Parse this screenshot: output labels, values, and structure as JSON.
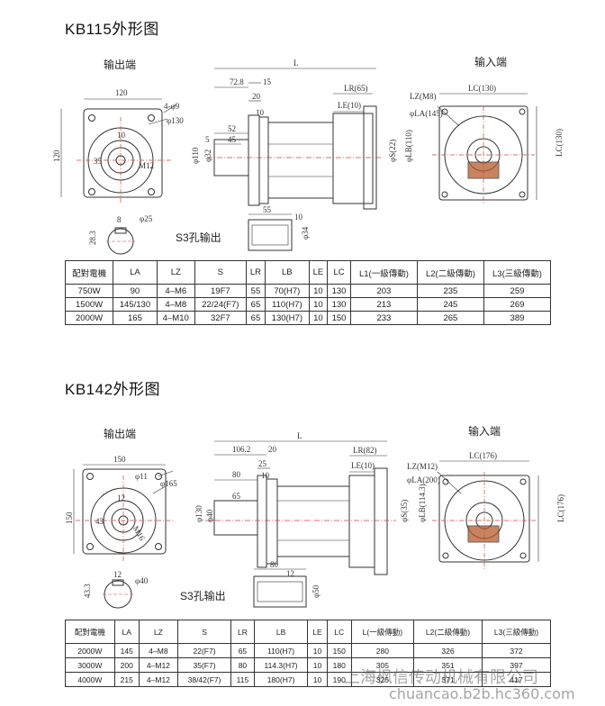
{
  "kb115": {
    "title": "KB115外形图",
    "output_end": "输出端",
    "input_end": "输入端",
    "s3_label": "S3孔输出",
    "dims": {
      "d120_top": "120",
      "d4_9": "4-φ9",
      "d130": "φ130",
      "d10": "10",
      "d35": "35",
      "dM12": "M12",
      "d120_side": "120",
      "dL": "L",
      "d72_8": "72.8",
      "d15": "15",
      "d20": "20",
      "d10b": "10",
      "d52": "52",
      "d45": "45",
      "d5": "5",
      "d110": "φ110",
      "d32": "φ32",
      "dLR65": "LR(65)",
      "dLE10": "LE(10)",
      "dS22": "φS(22)",
      "dLB110": "φLB(110)",
      "dLZM8": "LZ(M8)",
      "dLA145": "φLA(145)",
      "dLC130": "LC(130)",
      "dLC130v": "LC(130)",
      "d8": "8",
      "d25": "φ25",
      "d28_3": "28.3",
      "d55": "55",
      "d10c": "10",
      "d34": "φ34"
    },
    "table": {
      "headers": [
        "配對電機",
        "LA",
        "LZ",
        "S",
        "LR",
        "LB",
        "LE",
        "LC",
        "L1(一級傳動)",
        "L2(二級傳動)",
        "L3(三級傳動)"
      ],
      "rows": [
        [
          "750W",
          "90",
          "4–M6",
          "19F7",
          "55",
          "70(H7)",
          "10",
          "130",
          "203",
          "235",
          "259"
        ],
        [
          "1500W",
          "145/130",
          "4–M8",
          "22/24(F7)",
          "65",
          "110(H7)",
          "10",
          "130",
          "213",
          "245",
          "269"
        ],
        [
          "2000W",
          "165",
          "4–M10",
          "32F7",
          "65",
          "130(H7)",
          "10",
          "150",
          "233",
          "265",
          "389"
        ]
      ]
    }
  },
  "kb142": {
    "title": "KB142外形图",
    "output_end": "输出端",
    "input_end": "输入端",
    "s3_label": "S3孔输出",
    "dims": {
      "d150_top": "150",
      "d11": "φ11",
      "d165": "φ165",
      "d12": "12",
      "d43": "43",
      "dM16": "M16",
      "d150_side": "150",
      "dL": "L",
      "d106_2": "106.2",
      "d20": "20",
      "d25": "25",
      "d10": "10",
      "d80": "80",
      "d65": "65",
      "d130": "φ130",
      "d40": "φ40",
      "dLR82": "LR(82)",
      "dLE10": "LE(10)",
      "dS35": "φS(35)",
      "dLB114": "φLB(114.3)",
      "dLZM12": "LZ(M12)",
      "dLA200": "φLA(200)",
      "dLC176": "LC(176)",
      "dLC176v": "LC(176)",
      "d12b": "12",
      "d40b": "φ40",
      "d43_3": "43.3",
      "d80b": "80",
      "d12c": "12",
      "d50": "φ50"
    },
    "table": {
      "headers": [
        "配對電機",
        "LA",
        "LZ",
        "S",
        "LR",
        "LB",
        "LE",
        "LC",
        "L(一級傳動)",
        "L2(二級傳動)",
        "L3(三級傳動)"
      ],
      "rows": [
        [
          "2000W",
          "145",
          "4–M8",
          "22(F7)",
          "65",
          "110(H7)",
          "10",
          "150",
          "280",
          "326",
          "372"
        ],
        [
          "3000W",
          "200",
          "4–M12",
          "35(F7)",
          "80",
          "114.3(H7)",
          "10",
          "180",
          "305",
          "351",
          "397"
        ],
        [
          "4000W",
          "215",
          "4–M12",
          "38/42(F7)",
          "115",
          "180(H7)",
          "10",
          "190",
          "325",
          "371",
          "417"
        ]
      ]
    }
  },
  "watermark": {
    "company": "上海枫信传动机械有限公司",
    "url": "chuancao.b2b.hc360.com"
  }
}
